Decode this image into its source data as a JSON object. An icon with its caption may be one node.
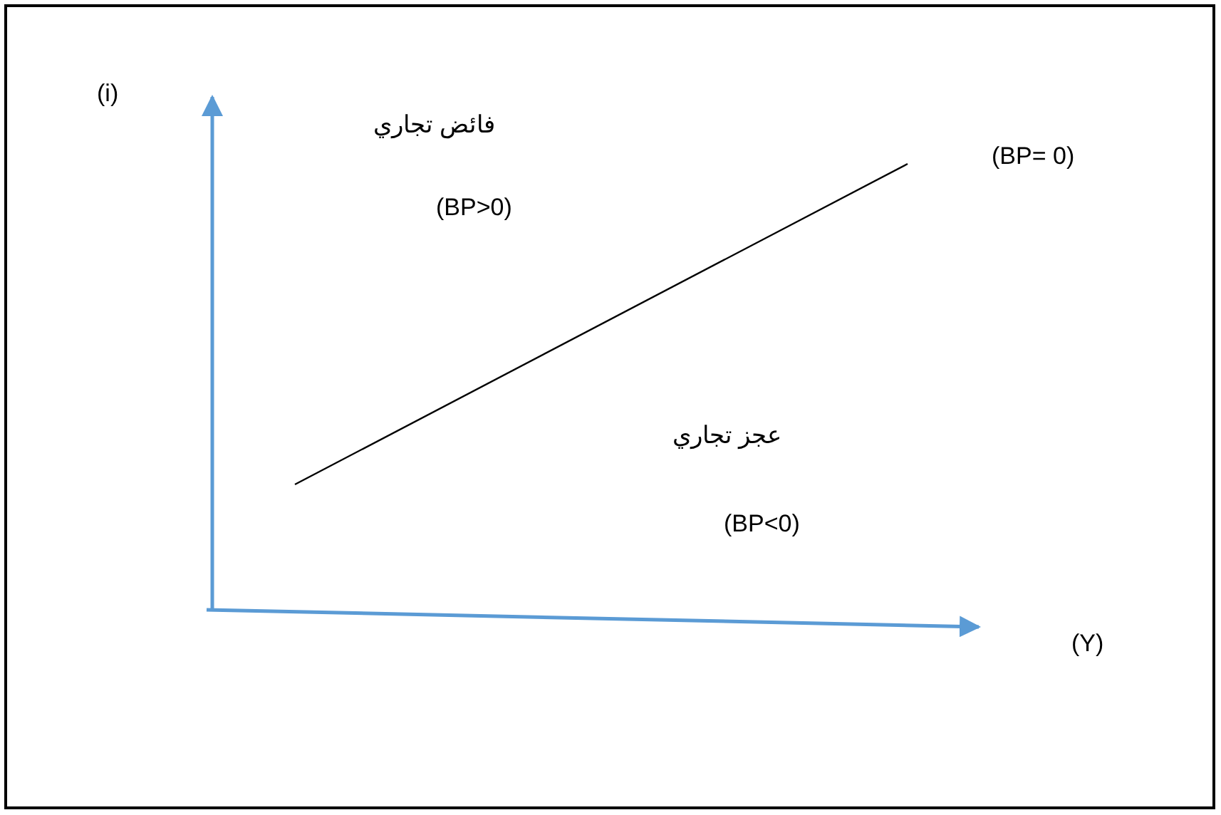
{
  "diagram": {
    "labels": [
      "(i)",
      "فائض تجاري",
      "(BP= 0)",
      "(BP>0)",
      "عجز تجاري",
      "(BP<0)",
      "(Y)"
    ]
  }
}
